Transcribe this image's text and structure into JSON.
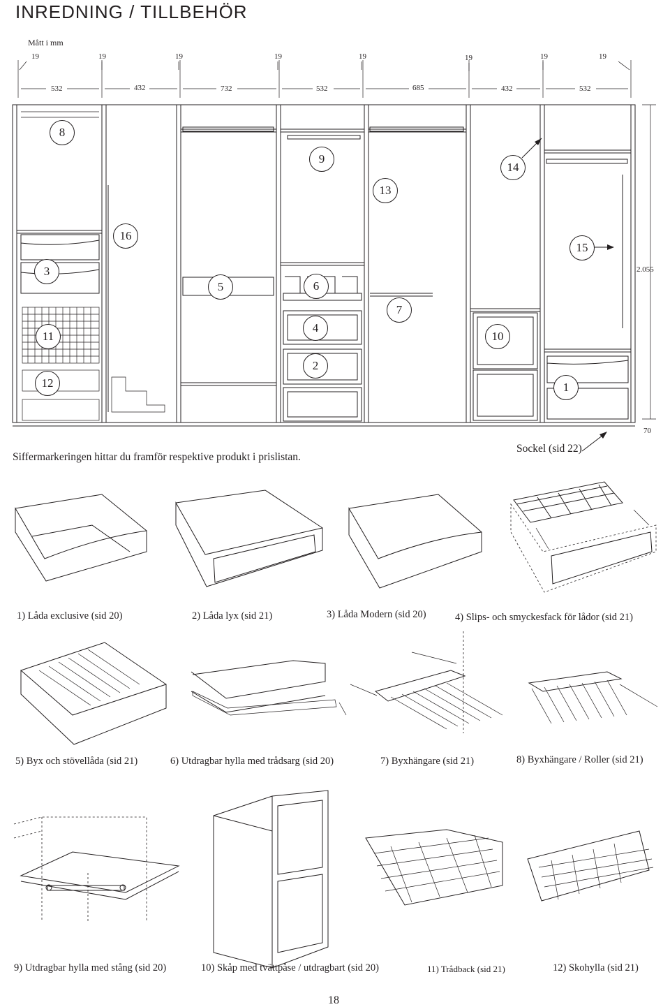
{
  "header": {
    "title": "INREDNING / TILLBEHÖR",
    "units": "Mått i mm"
  },
  "dimensions": {
    "thickness": [
      "19",
      "19",
      "19",
      "19",
      "19",
      "19",
      "19",
      "19"
    ],
    "widths": [
      "532",
      "432",
      "732",
      "532",
      "685",
      "432",
      "532"
    ],
    "height": "2.055",
    "plinth": "70"
  },
  "callouts": [
    "8",
    "9",
    "14",
    "13",
    "16",
    "15",
    "3",
    "5",
    "6",
    "7",
    "11",
    "4",
    "10",
    "12",
    "2",
    "1"
  ],
  "notes": {
    "number_info": "Siffermarkeringen hittar du framför respektive produkt i prislistan.",
    "plinth": "Sockel (sid 22)"
  },
  "products": [
    "1) Låda exclusive (sid 20)",
    "2) Låda lyx (sid 21)",
    "3) Låda Modern (sid 20)",
    "4) Slips- och smyckesfack för lådor (sid 21)",
    "5) Byx och stövellåda (sid 21)",
    "6) Utdragbar hylla med trådsarg (sid 20)",
    "7) Byxhängare (sid 21)",
    "8) Byxhängare / Roller (sid 21)",
    "9) Utdragbar hylla med stång (sid 20)",
    "10) Skåp med tvättpåse / utdragbart (sid 20)",
    "11) Trådback (sid 21)",
    "12) Skohylla (sid 21)"
  ],
  "page_number": "18"
}
